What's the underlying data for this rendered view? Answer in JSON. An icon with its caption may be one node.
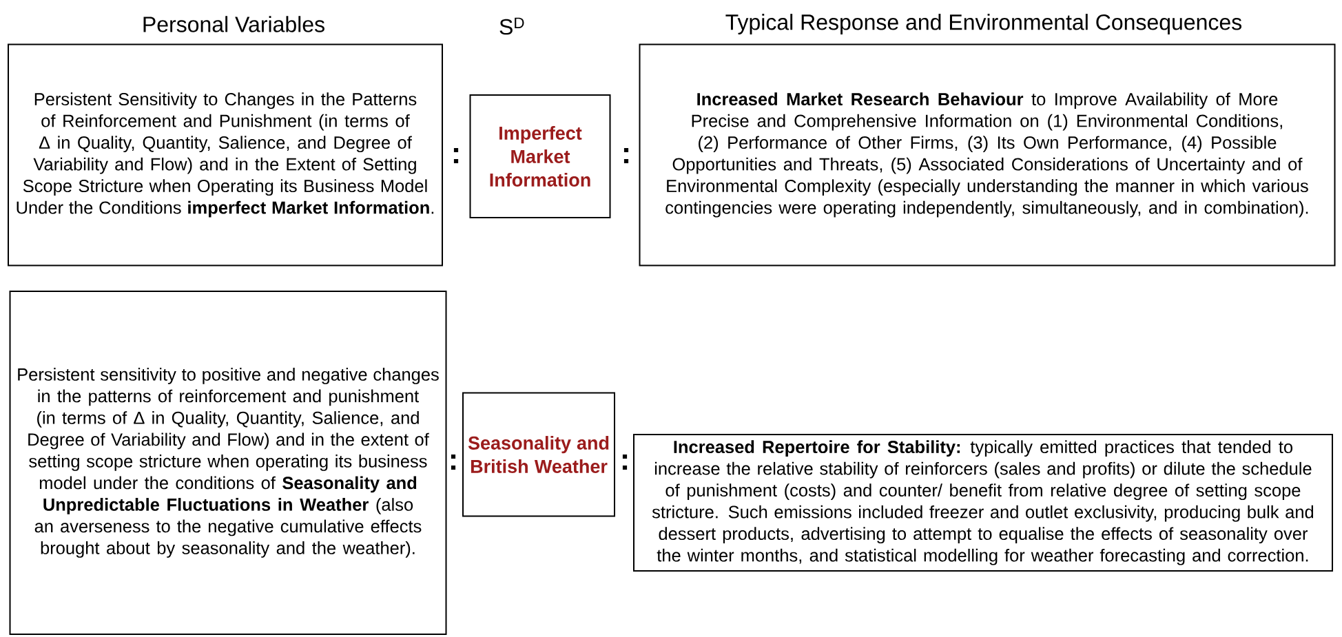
{
  "diagram": {
    "nodes": [
      {
        "text": [
          "Persistent Sensitivity to Changes in the Patterns of Reinforcement and Punishment (in terms of Δ in Quality, Quantity, Salience, and Degree of Variability and Flow) and in the Extent of Setting Scope Stricture when Operating its Business Model Under the Conditions **imperfect Market Information**."
        ]
      },
      {
        "text": [
          "Imperfect Market Information"
        ]
      },
      {
        "text": [
          "**Increased Market Research Behaviour** to Improve Availability of More Precise and Comprehensive Information on (1) Environmental Conditions, (2) Performance of Other Firms, (3) Its Own Performance, (4) Possible Opportunities and Threats, (5) Associated Considerations of Uncertainty and of Environmental Complexity (especially understanding the manner in which various contingencies were operating independently, simultaneously, and in combination)."
        ]
      },
      {
        "text": [
          "Persistent sensitivity to positive and negative changes in the patterns of reinforcement and punishment (in terms of Δ in Quality, Quantity, Salience, and Degree of Variability and Flow) and in the extent of setting scope stricture when operating its business model under the conditions of **Seasonality and Unpredictable Fluctuations in Weather** (also an averseness to the negative cumulative effects brought about by seasonality and the weather)."
        ]
      },
      {
        "text": [
          "Seasonality and British Weather"
        ]
      },
      {
        "text": [
          "**Increased Repertoire for Stability:** typically emitted practices that tended to increase the relative stability of reinforcers (sales and profits) or dilute the schedule of punishment (costs) and counter/ benefit from relative degree of setting scope stricture.  Such emissions included freezer and outlet exclusivity, producing bulk and dessert products, advertising to attempt to equalise the effects of seasonality over the winter months, and statistical modelling for weather forecasting and correction."
        ]
      }
    ],
    "labels": [
      "Personal Variables",
      "S$^{D}$",
      "Typical Response and Environmental Consequences",
      ":",
      ":",
      ":",
      ":"
    ]
  }
}
